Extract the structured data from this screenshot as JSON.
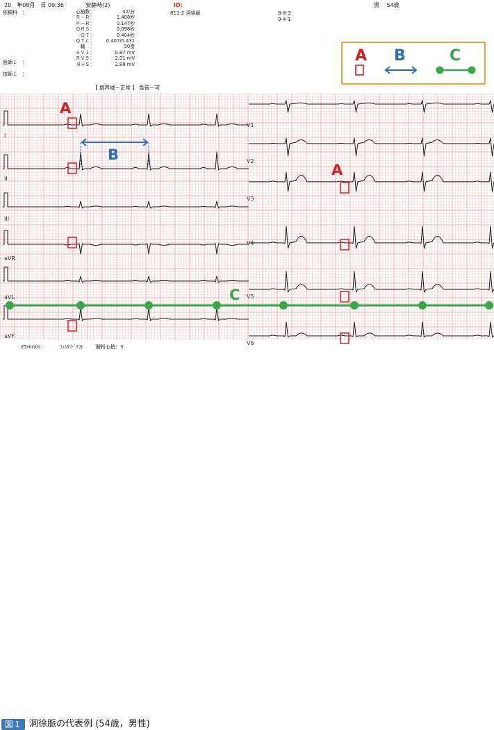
{
  "header": {
    "date": "20　年08月　日 09:36",
    "condition": "安静時(2)",
    "id_label": "ID:",
    "sex_age": "男　 54歳",
    "requester_label": "依頼科　：",
    "doctor_label": "医師１　：",
    "technician_label": "技師１　：",
    "diagnosis": "811-2 洞徐脈",
    "codes": [
      "8-8-3",
      "9-4-1"
    ],
    "judgement": "【 境界域－正常 】 負荷－可"
  },
  "measurements": [
    {
      "key": "心拍数：",
      "value": "42/分"
    },
    {
      "key": "Ｒ－Ｒ：",
      "value": "1.408秒"
    },
    {
      "key": "Ｐ－Ｒ：",
      "value": "0.147秒"
    },
    {
      "key": "ＱＲＳ：",
      "value": "0.098秒"
    },
    {
      "key": "ＱＴ：",
      "value": "0.404秒"
    },
    {
      "key": "ＱＴｃ：",
      "value": "0.407/0.431"
    },
    {
      "key": "軸　：",
      "value": "50度"
    },
    {
      "key": "ＳＶ１：",
      "value": "0.87 mV"
    },
    {
      "key": "ＲＶ５：",
      "value": "2.01 mV"
    },
    {
      "key": "Ｒ+Ｓ：",
      "value": "2.88 mV"
    }
  ],
  "legend": {
    "a": "A",
    "b": "B",
    "c": "C"
  },
  "annotations": {
    "a": "A",
    "b": "B",
    "c": "C"
  },
  "leads_left": [
    "I",
    "II",
    "III",
    "aVR",
    "aVL",
    "aVF"
  ],
  "leads_right": [
    "V1",
    "V2",
    "V3",
    "V4",
    "V5",
    "V6"
  ],
  "footer": {
    "speed": "25mm/s",
    "filter": "ﾌｨﾙﾀ:ﾄﾞﾘﾌﾄ",
    "beats": "解析心拍：3"
  },
  "caption": {
    "badge": "図１",
    "text": "洞徐脈の代表例 (54歳，男性)"
  },
  "colors": {
    "grid_minor": "#f3c7c7",
    "grid_major": "#e7a3a3",
    "trace": "#1a1a1a",
    "a": "#d62020",
    "b": "#2a6fb8",
    "c": "#36a845",
    "legend_border": "#f2a23a"
  }
}
